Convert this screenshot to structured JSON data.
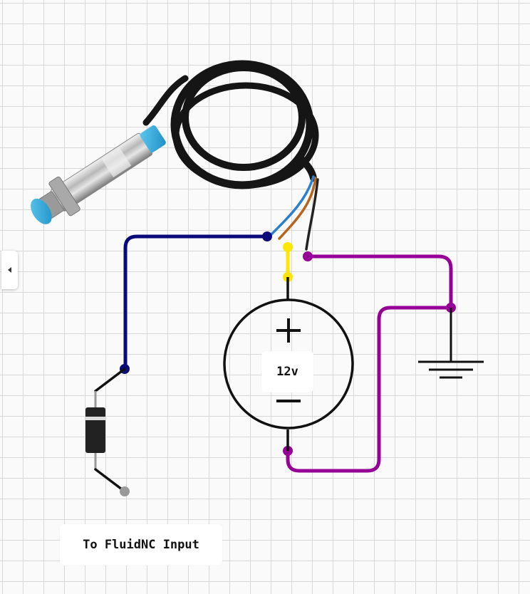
{
  "source": {
    "label": "12v"
  },
  "note": {
    "label": "To FluidNC Input"
  },
  "components": {
    "sensor": "inductive-proximity-sensor",
    "source": "dc-voltage-source",
    "diode": "diode",
    "ground": "ground"
  },
  "wire_colors": {
    "signal": "#0a0a7a",
    "positive": "#ffe600",
    "ground": "#960096",
    "component_lead": "#111111"
  },
  "ui": {
    "panel_toggle": "collapse-left-icon"
  }
}
